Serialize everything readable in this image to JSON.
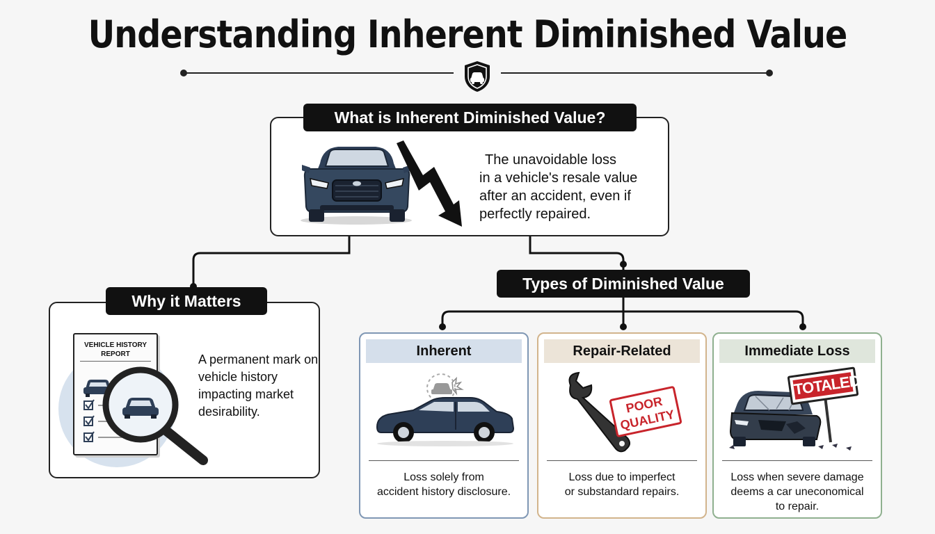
{
  "title": "Understanding Inherent Diminished Value",
  "header_icon": "car-shield-icon",
  "definition": {
    "heading": "What is Inherent Diminished Value?",
    "lines": [
      "The unavoidable loss",
      "in a vehicle's resale value",
      "after an accident, even if",
      "perfectly repaired."
    ],
    "icons": [
      "car-front-icon",
      "downward-zigzag-arrow-icon"
    ]
  },
  "why": {
    "heading": "Why it Matters",
    "report_title_1": "VEHICLE HISTORY",
    "report_title_2": "REPORT",
    "lines": [
      "A permanent mark on",
      "vehicle history",
      "impacting market",
      "desirability."
    ],
    "icons": [
      "report-document-icon",
      "magnifying-glass-icon",
      "checkbox-icon"
    ]
  },
  "types": {
    "heading": "Types of Diminished Value",
    "cards": [
      {
        "title": "Inherent",
        "lines": [
          "Loss solely from",
          "accident history disclosure."
        ],
        "icon": "car-side-icon",
        "accent": "#7f97b4",
        "head_bg": "#d5dfeb"
      },
      {
        "title": "Repair-Related",
        "stamp_1": "POOR",
        "stamp_2": "QUALITY",
        "lines": [
          "Loss due to imperfect",
          "or substandard repairs."
        ],
        "icon": "wrench-icon",
        "accent": "#d2b48c",
        "head_bg": "#ece4d8"
      },
      {
        "title": "Immediate Loss",
        "sign": "TOTALED",
        "lines": [
          "Loss when severe damage",
          "deems a car uneconomical",
          "to repair."
        ],
        "icon": "wrecked-car-icon",
        "accent": "#8fb08f",
        "head_bg": "#dfe6dc"
      }
    ]
  },
  "colors": {
    "navy": "#2e3f57",
    "stamp_red": "#c8242b",
    "ink": "#111111"
  }
}
